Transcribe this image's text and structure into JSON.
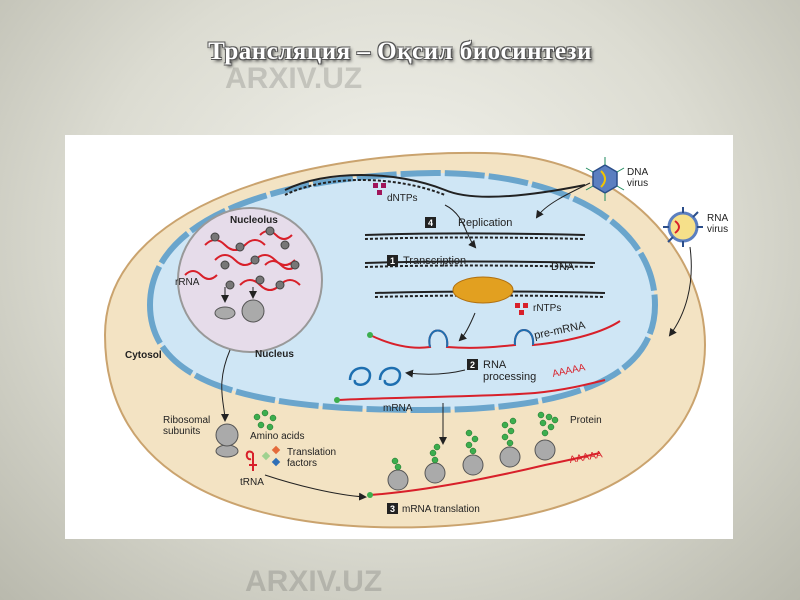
{
  "slide": {
    "title": "Трансляция – Оқсил биосинтези"
  },
  "diagram": {
    "labels": {
      "dntps": "dNTPs",
      "replication": "Replication",
      "transcription": "Transcription",
      "dna": "DNA",
      "rntps": "rNTPs",
      "pre_mrna": "pre-mRNA",
      "rna_processing_1": "RNA",
      "rna_processing_2": "processing",
      "poly_a_1": "AAAAA",
      "poly_a_2": "AAAAA",
      "mrna": "mRNA",
      "nucleolus": "Nucleolus",
      "rrna": "rRNA",
      "nucleus": "Nucleus",
      "cytosol": "Cytosol",
      "ribosomal_subunits_1": "Ribosomal",
      "ribosomal_subunits_2": "subunits",
      "amino_acids": "Amino acids",
      "translation_factors_1": "Translation",
      "translation_factors_2": "factors",
      "trna": "tRNA",
      "mrna_translation": "mRNA translation",
      "protein": "Protein",
      "dna_virus_1": "DNA",
      "dna_virus_2": "virus",
      "rna_virus_1": "RNA",
      "rna_virus_2": "virus"
    },
    "steps": {
      "step1": "1",
      "step2": "2",
      "step3": "3",
      "step4": "4"
    },
    "colors": {
      "cytosol": "#f3e3c3",
      "nucleus": "#cfe6f5",
      "nucleolus": "#e6dcea",
      "rna": "#d8202a",
      "mrna_loops": "#1e6fb0",
      "protein": "#3cae4e",
      "polymerase": "#e2a020"
    }
  },
  "watermark": {
    "text": "ARXIV.UZ"
  }
}
